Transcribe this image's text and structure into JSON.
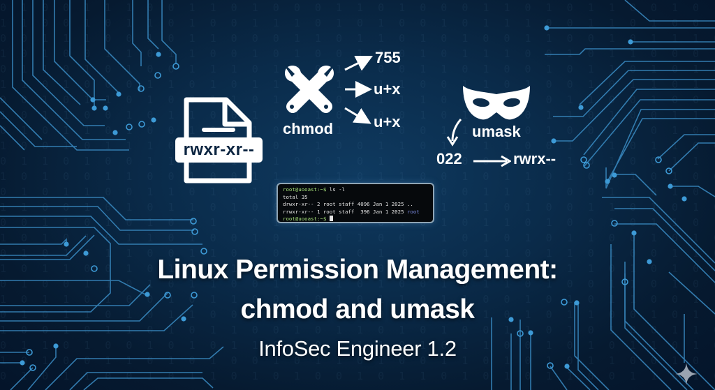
{
  "file_card": {
    "permission_string": "rwxr-xr--"
  },
  "chmod": {
    "label": "chmod",
    "outputs": [
      "755",
      "u+x",
      "u+x"
    ]
  },
  "umask": {
    "label": "umask",
    "value": "022",
    "result": "rwrx--"
  },
  "terminal": {
    "lines": [
      {
        "prompt": "root@uooast:~$",
        "text": " ls -l"
      },
      {
        "text": "total 35"
      },
      {
        "text": "drwxr-xr-- 2 root staff 4096 Jan 1 2025 .."
      },
      {
        "text": "rrwxr-xr-- 1 root staff  396 Jan 1 2025 ",
        "suffix": "root"
      },
      {
        "prompt": "root@uooast:~$",
        "text": " "
      }
    ]
  },
  "title": {
    "line1": "Linux Permission Management:",
    "line2": "chmod and umask",
    "subtitle": "InfoSec Engineer 1.2"
  },
  "colors": {
    "background": "#0a2b4a",
    "circuit": "#3a8cc4",
    "text": "#ffffff",
    "prompt": "#a7e27a"
  },
  "icons": {
    "file": "file-icon",
    "tools": "wrench-screwdriver-icon",
    "mask": "mask-icon",
    "sparkle": "sparkle-icon"
  }
}
